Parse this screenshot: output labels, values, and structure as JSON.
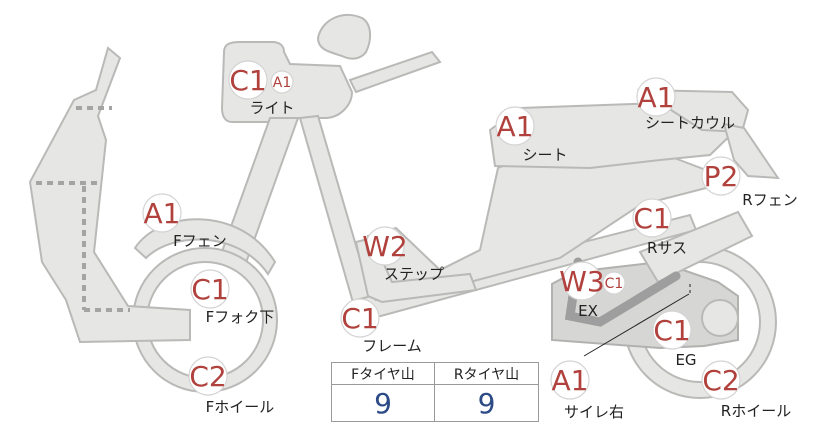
{
  "callouts": [
    {
      "id": "light",
      "code": "C1",
      "sub_code": "A1",
      "label": "ライト"
    },
    {
      "id": "seat",
      "code": "A1",
      "sub_code": "",
      "label": "シート"
    },
    {
      "id": "seat-cowl",
      "code": "A1",
      "sub_code": "",
      "label": "シートカウル"
    },
    {
      "id": "r-fender",
      "code": "P2",
      "sub_code": "",
      "label": "Rフェン"
    },
    {
      "id": "f-fender",
      "code": "A1",
      "sub_code": "",
      "label": "Fフェン"
    },
    {
      "id": "r-suspension",
      "code": "C1",
      "sub_code": "",
      "label": "Rサス"
    },
    {
      "id": "step",
      "code": "W2",
      "sub_code": "",
      "label": "ステップ"
    },
    {
      "id": "exhaust",
      "code": "W3",
      "sub_code": "C1",
      "label": "EX"
    },
    {
      "id": "f-fork-lower",
      "code": "C1",
      "sub_code": "",
      "label": "Fフォク下"
    },
    {
      "id": "frame",
      "code": "C1",
      "sub_code": "",
      "label": "フレーム"
    },
    {
      "id": "engine",
      "code": "C1",
      "sub_code": "",
      "label": "EG"
    },
    {
      "id": "f-wheel",
      "code": "C2",
      "sub_code": "",
      "label": "Fホイール"
    },
    {
      "id": "r-wheel",
      "code": "C2",
      "sub_code": "",
      "label": "Rホイール"
    },
    {
      "id": "silencer-right",
      "code": "A1",
      "sub_code": "",
      "label": "サイレ右"
    }
  ],
  "tire_tread": {
    "front_header": "Fタイヤ山",
    "rear_header": "Rタイヤ山",
    "front_value": "9",
    "rear_value": "9"
  },
  "colors": {
    "part_fill": "#e6e6e4",
    "part_stroke": "#b9b9b7",
    "code_text": "#b0413c",
    "tread_value_text": "#2c4a86"
  }
}
